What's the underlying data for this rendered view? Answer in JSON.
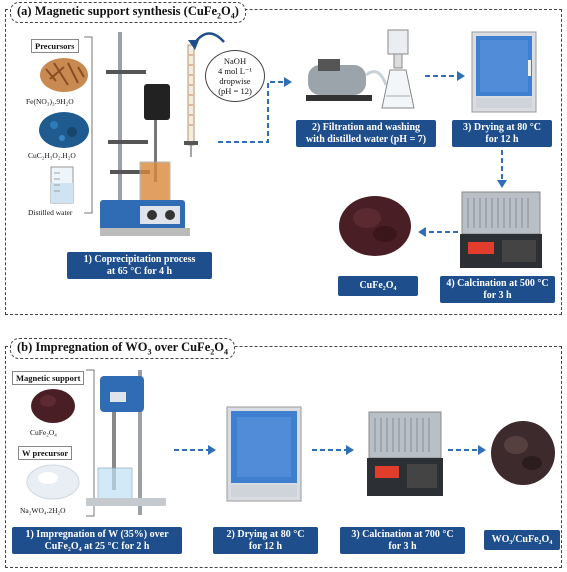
{
  "panel_a": {
    "title": "(a) Magnetic support synthesis (CuFe",
    "title_sub": "2",
    "title_mid": "O",
    "title_sub2": "4",
    "title_end": ")",
    "precursors_label": "Precursors",
    "precursor_1": "Fe(NO₃)₃.9H₂O",
    "precursor_2": "CuC₂H₃O₂.H₂O",
    "precursor_3": "Distilled water",
    "naoh_note": "NaOH\n4 mol L⁻¹\ndropwise\n(pH = 12)",
    "step1": "1) Coprecipitation process\nat 65 °C for 4 h",
    "step2": "2) Filtration and washing\nwith distilled water (pH = 7)",
    "step3": "3) Drying at 80 °C\nfor 12 h",
    "step4": "4) Calcination at 500 °C\nfor 3 h",
    "product": "CuFe₂O₄"
  },
  "panel_b": {
    "title": "(b) Impregnation of WO",
    "title_sub": "3",
    "title_mid": " over CuFe",
    "title_sub2": "2",
    "title_mid2": "O",
    "title_sub3": "4",
    "support_label": "Magnetic support",
    "support_name": "CuFe₂O₄",
    "w_label": "W precursor",
    "w_name": "Na₂WO₄.2H₂O",
    "step1": "1) Impregnation of W (35%) over\nCuFe₂O₄ at 25 °C for 2 h",
    "step2": "2) Drying at 80 °C\nfor 12 h",
    "step3": "3) Calcination at 700 °C\nfor 3 h",
    "product": "WO₃/CuFe₂O₄"
  },
  "colors": {
    "label_bg": "#1f4e8c",
    "arrow": "#2e6fb5",
    "oven_blue": "#3f7fd0",
    "powder": "#4a1e25"
  }
}
